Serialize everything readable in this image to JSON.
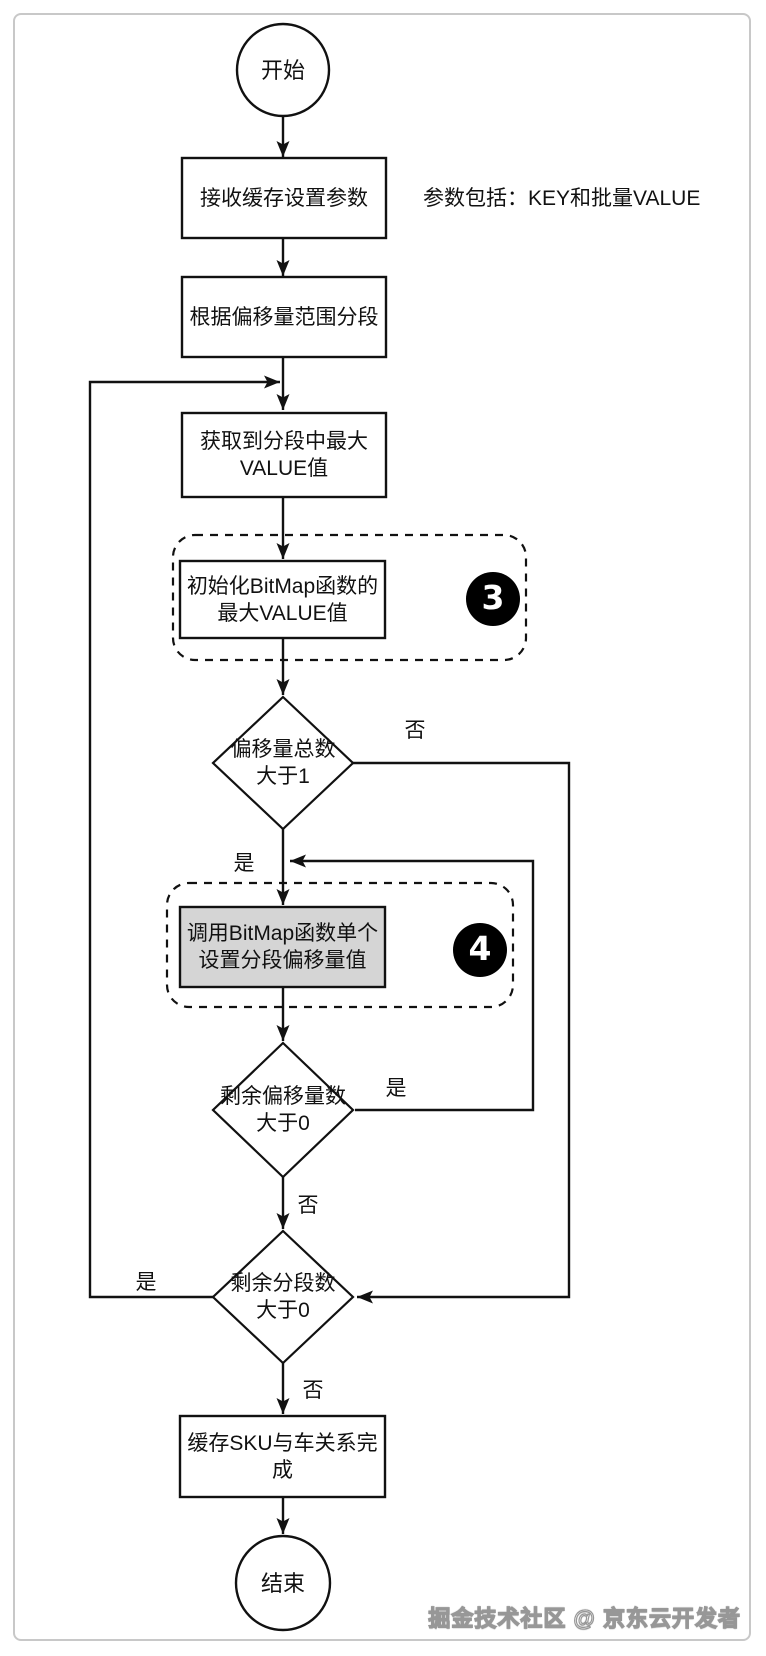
{
  "colors": {
    "line": "#111111",
    "node_fill": "#ffffff",
    "highlight_fill": "#d5d5d5",
    "badge_bg": "#000000",
    "badge_fg": "#ffffff",
    "page_border": "#c8c8c8"
  },
  "nodes": {
    "start": {
      "label": "开始"
    },
    "receive_params": {
      "label": "接收缓存设置参数"
    },
    "segment_by_offset": {
      "label": "根据偏移量范围分段"
    },
    "get_max_value": {
      "lines": [
        "获取到分段中最大",
        "VALUE值"
      ]
    },
    "init_bitmap": {
      "lines": [
        "初始化BitMap函数的",
        "最大VALUE值"
      ]
    },
    "call_bitmap": {
      "lines": [
        "调用BitMap函数单个",
        "设置分段偏移量值"
      ]
    },
    "decision_total_offsets": {
      "lines": [
        "偏移量总数",
        "大于1"
      ]
    },
    "decision_remaining_offsets": {
      "lines": [
        "剩余偏移量数",
        "大于0"
      ]
    },
    "decision_remaining_segments": {
      "lines": [
        "剩余分段数",
        "大于0"
      ]
    },
    "cache_done": {
      "lines": [
        "缓存SKU与车关系完",
        "成"
      ]
    },
    "end": {
      "label": "结束"
    }
  },
  "badges": {
    "step3": "3",
    "step4": "4"
  },
  "edge_labels": {
    "total_offsets_no": "否",
    "total_offsets_yes": "是",
    "remaining_offsets_yes": "是",
    "remaining_offsets_no": "否",
    "remaining_segments_yes": "是",
    "remaining_segments_no": "否"
  },
  "annotation": {
    "text": "参数包括：KEY和批量VALUE"
  },
  "watermark": {
    "text": "掘金技术社区 @ 京东云开发者"
  }
}
